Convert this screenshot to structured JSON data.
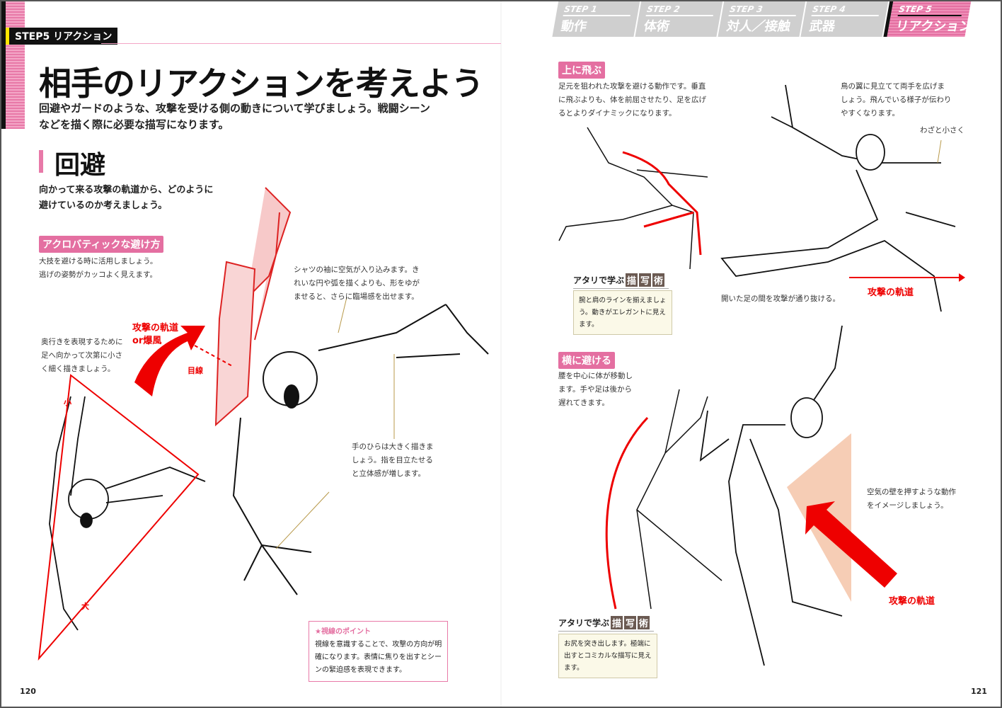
{
  "left_page": {
    "step_tag": "STEP5 リアクション",
    "title": "相手のリアクションを考えよう",
    "subtitle": [
      "回避やガードのような、攻撃を受ける側の動きについて学びましょう。戦闘シーン",
      "などを描く際に必要な描写になります。"
    ],
    "section": "回避",
    "section_desc": [
      "向かって来る攻撃の軌道から、どのように",
      "避けているのか考えましょう。"
    ],
    "label": "アクロバティックな避け方",
    "label_text": [
      "大技を避ける時に活用しましょう。",
      "逃げの姿勢がカッコよく見えます。"
    ],
    "depth_note": [
      "奥行きを表現するために",
      "足へ向かって次第に小さ",
      "く細く描きましょう。"
    ],
    "small_mark": "小",
    "large_mark": "大",
    "attack_label": [
      "攻撃の軌道",
      "or爆風"
    ],
    "gaze_label": "目線",
    "sleeve_note": [
      "シャツの袖に空気が入り込みます。き",
      "れいな円や弧を描くよりも、形をゆが",
      "ませると、さらに臨場感を出せます。"
    ],
    "palm_note": [
      "手のひらは大きく描きま",
      "しょう。指を目立たせる",
      "と立体感が増します。"
    ],
    "point_title": "★視線のポイント",
    "point_text": [
      "視線を意識することで、攻撃の方向が明",
      "確になります。表情に焦りを出すとシー",
      "ンの緊迫感を表現できます。"
    ],
    "page_number": "120"
  },
  "right_page": {
    "tabs": [
      {
        "step": "STEP 1",
        "name": "動作"
      },
      {
        "step": "STEP 2",
        "name": "体術"
      },
      {
        "step": "STEP 3",
        "name": "対人／接触"
      },
      {
        "step": "STEP 4",
        "name": "武器"
      },
      {
        "step": "STEP 5",
        "name": "リアクション"
      }
    ],
    "jump_label": "上に飛ぶ",
    "jump_text": [
      "足元を狙われた攻撃を避ける動作です。垂直",
      "に飛ぶよりも、体を前屈させたり、足を広げ",
      "るとよりダイナミックになります。"
    ],
    "wing_note": [
      "鳥の翼に見立てて両手を広げま",
      "しょう。飛んでいる様子が伝わり",
      "やすくなります。"
    ],
    "small_note": "わざと小さく",
    "atari_prefix": "アタリで学ぶ",
    "atari_kanji": [
      "描",
      "写",
      "術"
    ],
    "atari1_text": [
      "腕と肩のラインを揃えましょ",
      "う。動きがエレガントに見え",
      "ます。"
    ],
    "legs_note": "開いた足の間を攻撃が通り抜ける。",
    "attack1": "攻撃の軌道",
    "side_label": "横に避ける",
    "side_text": [
      "腰を中心に体が移動し",
      "ます。手や足は後から",
      "遅れてきます。"
    ],
    "wall_note": [
      "空気の壁を押すような動作",
      "をイメージしましょう。"
    ],
    "attack2": "攻撃の軌道",
    "atari2_text": [
      "お尻を突き出します。極端に",
      "出すとコミカルな描写に見え",
      "ます。"
    ],
    "page_number": "121"
  },
  "colors": {
    "pink": "#e46fa1",
    "red": "#e00000"
  }
}
